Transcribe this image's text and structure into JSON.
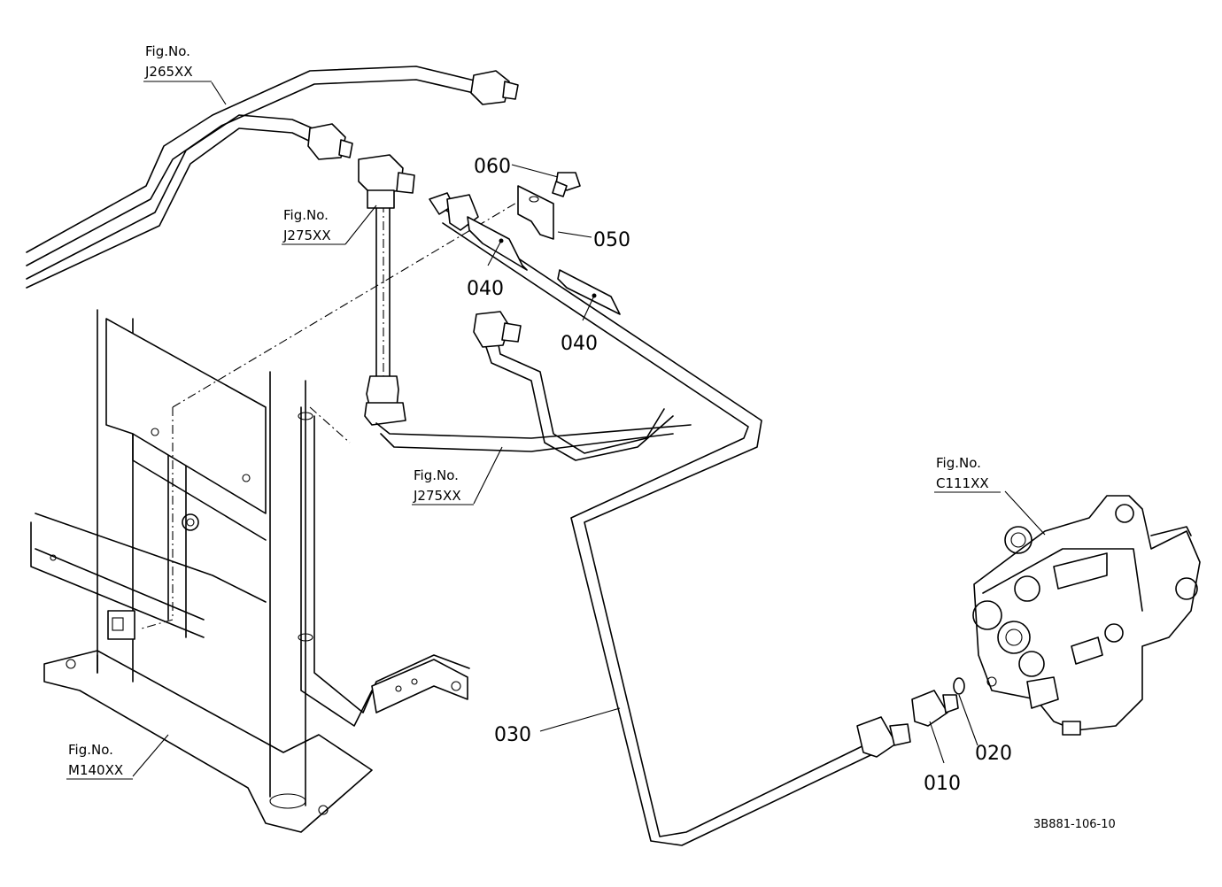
{
  "callouts": {
    "c010": "010",
    "c020": "020",
    "c030": "030",
    "c040a": "040",
    "c040b": "040",
    "c050": "050",
    "c060": "060"
  },
  "fig_refs": [
    {
      "title": "Fig.No.",
      "code": "J265XX"
    },
    {
      "title": "Fig.No.",
      "code": "J275XX"
    },
    {
      "title": "Fig.No.",
      "code": "J275XX"
    },
    {
      "title": "Fig.No.",
      "code": "C111XX"
    },
    {
      "title": "Fig.No.",
      "code": "M140XX"
    }
  ],
  "drawing_code": "3B881-106-10"
}
